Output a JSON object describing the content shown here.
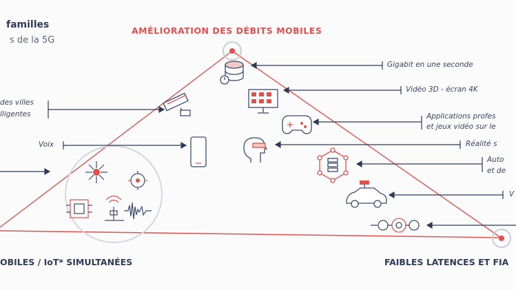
{
  "header": {
    "line1": "familles",
    "line2": "s de la 5G"
  },
  "corners": {
    "top": "AMÉLIORATION DES DÉBITS MOBILES",
    "bottom_left": "OBILES / IoT* SIMULTANÉES",
    "bottom_right": "FAIBLES LATENCES ET FIA"
  },
  "left_labels": {
    "smart_city_1": "des villes",
    "smart_city_2": "lligentes",
    "voice": "Voix"
  },
  "right_labels": {
    "gigabit": "Gigabit en une seconde",
    "video": "Vidéo 3D - écran 4K",
    "apps_1": "Applications profes",
    "apps_2": "et jeux vidéo sur le",
    "ar": "Réalité s",
    "auto_1": "Auto",
    "auto_2": "et de",
    "vehicle": "V"
  },
  "colors": {
    "accent": "#e0504f",
    "ink": "#2e3a56",
    "blue": "#4a6ab0"
  },
  "icons": [
    "database-icon",
    "cctv-camera-icon",
    "monitor-icon",
    "gamepad-icon",
    "smartphone-icon",
    "vr-headset-icon",
    "network-hub-icon",
    "autonomous-car-icon",
    "circuit-icon",
    "sensor-icons"
  ]
}
